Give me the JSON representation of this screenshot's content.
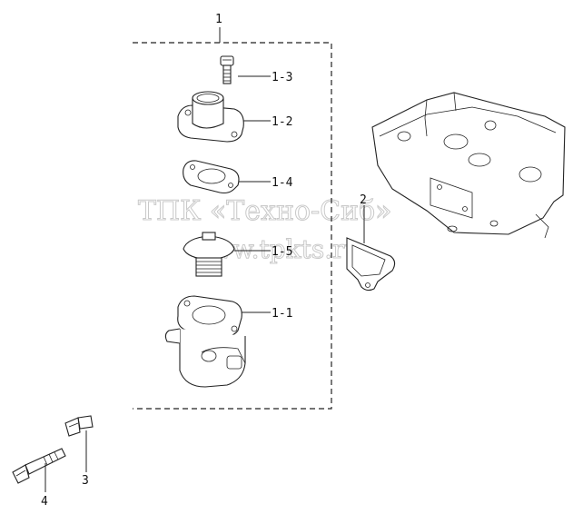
{
  "callouts": {
    "assembly": "1",
    "bolt_top": "1-3",
    "housing_cover": "1-2",
    "gasket_small": "1-4",
    "thermostat": "1-5",
    "housing": "1-1",
    "gasket_head": "2",
    "bolt_short": "3",
    "bolt_long": "4"
  },
  "watermark": {
    "line1": "ТПК «Техно-Сиб»",
    "line2": "www.tpkts.ru"
  }
}
